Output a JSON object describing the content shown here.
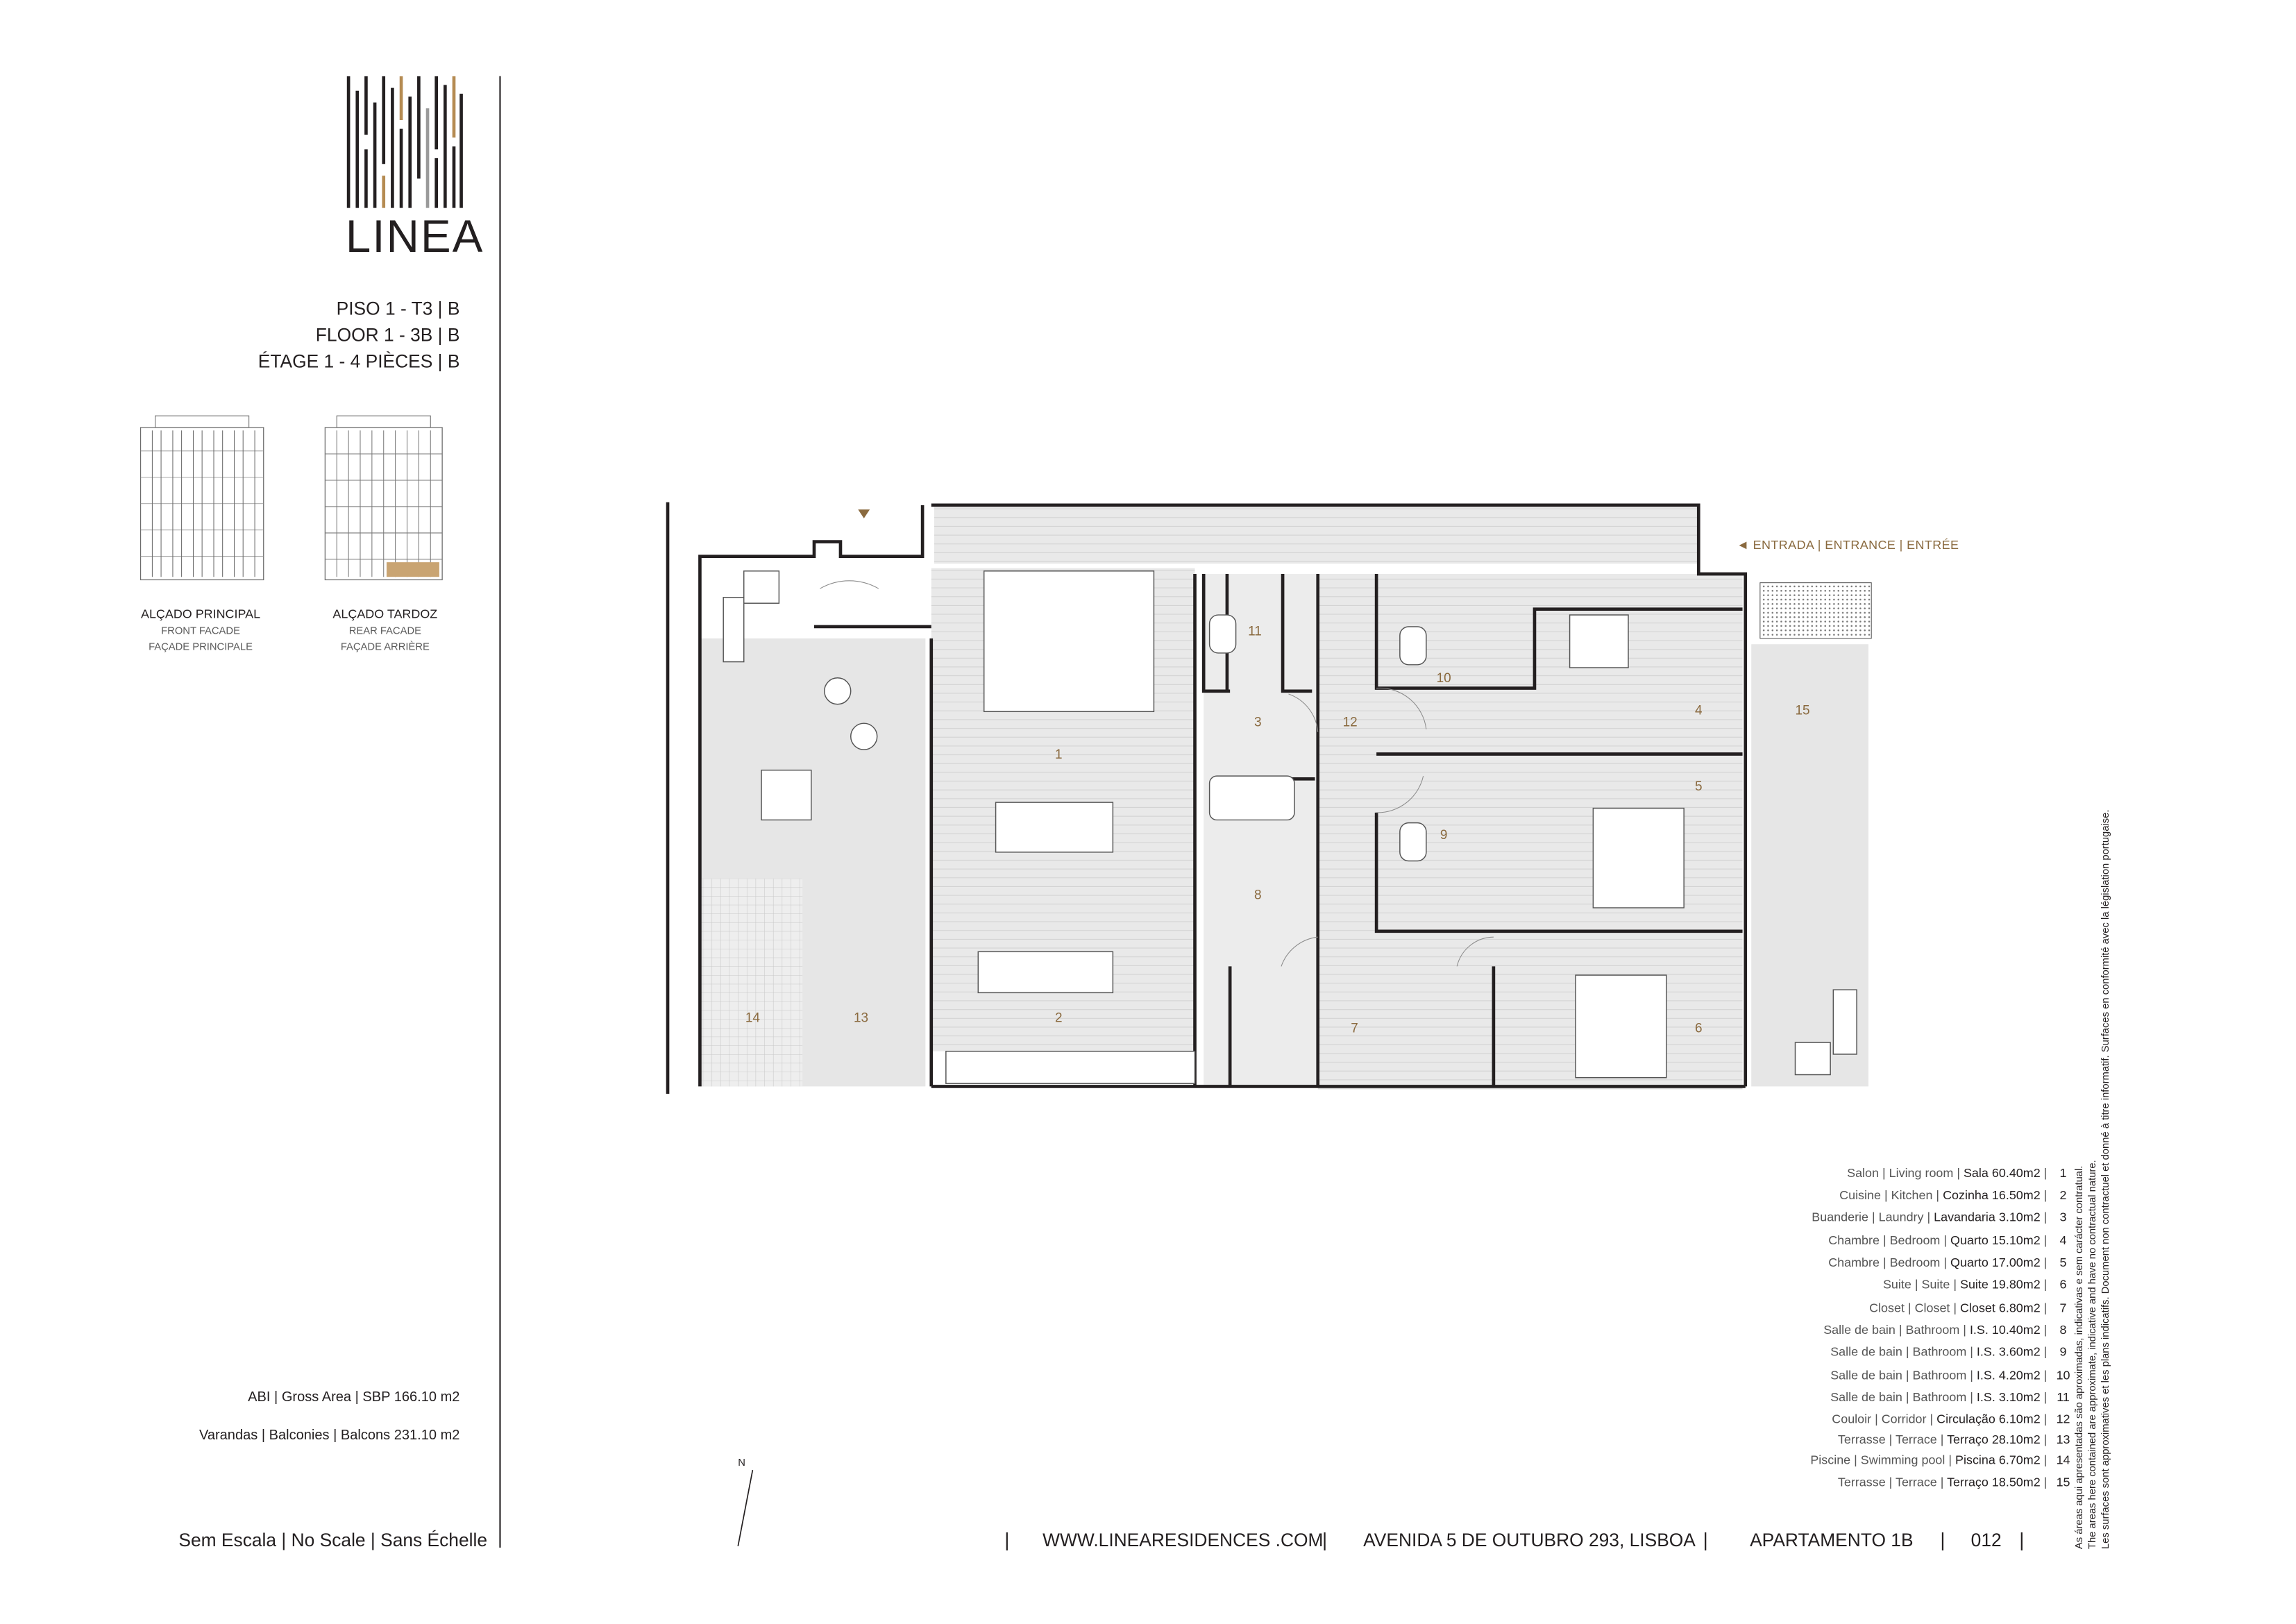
{
  "brand": {
    "name": "LINEA"
  },
  "plan_title": {
    "line1": "PISO 1  - T3 | B",
    "line2": "FLOOR 1  - 3B | B",
    "line3": "ÉTAGE 1  - 4 PIÈCES | B"
  },
  "elevations": [
    {
      "caption": "ALÇADO PRINCIPAL",
      "sub1": "FRONT FACADE",
      "sub2": "FAÇADE PRINCIPALE"
    },
    {
      "caption": "ALÇADO TARDOZ",
      "sub1": "REAR FACADE",
      "sub2": "FAÇADE ARRIÈRE"
    }
  ],
  "areas": {
    "gross": "ABI | Gross Area | SBP   166.10 m2",
    "balconies": "Varandas | Balconies | Balcons   231.10 m2"
  },
  "scale_note": "Sem Escala | No Scale | Sans Échelle",
  "entrance_label": "◄  ENTRADA | ENTRANCE | ENTRÉE",
  "north_label": "N",
  "room_labels": [
    "1",
    "2",
    "3",
    "4",
    "5",
    "6",
    "7",
    "8",
    "9",
    "10",
    "11",
    "12",
    "13",
    "14",
    "15"
  ],
  "legend": [
    {
      "fr": "Salon",
      "en": "Living room",
      "pt": "Sala",
      "area": "60.40m2",
      "num": "1"
    },
    {
      "fr": "Cuisine",
      "en": "Kitchen",
      "pt": "Cozinha",
      "area": "16.50m2",
      "num": "2"
    },
    {
      "fr": "Buanderie",
      "en": "Laundry",
      "pt": "Lavandaria",
      "area": "3.10m2",
      "num": "3"
    },
    {
      "fr": "Chambre",
      "en": "Bedroom",
      "pt": "Quarto",
      "area": "15.10m2",
      "num": "4"
    },
    {
      "fr": "Chambre",
      "en": "Bedroom",
      "pt": "Quarto",
      "area": "17.00m2",
      "num": "5"
    },
    {
      "fr": "Suite",
      "en": "Suite",
      "pt": "Suite",
      "area": "19.80m2",
      "num": "6"
    },
    {
      "fr": "Closet",
      "en": "Closet",
      "pt": "Closet",
      "area": "6.80m2",
      "num": "7"
    },
    {
      "fr": "Salle de bain",
      "en": "Bathroom",
      "pt": "I.S.",
      "area": "10.40m2",
      "num": "8"
    },
    {
      "fr": "Salle de bain",
      "en": "Bathroom",
      "pt": "I.S.",
      "area": "3.60m2",
      "num": "9"
    },
    {
      "fr": "Salle de bain",
      "en": "Bathroom",
      "pt": "I.S.",
      "area": "4.20m2",
      "num": "10"
    },
    {
      "fr": "Salle de bain",
      "en": "Bathroom",
      "pt": "I.S.",
      "area": "3.10m2",
      "num": "11"
    },
    {
      "fr": "Couloir",
      "en": "Corridor",
      "pt": "Circulação",
      "area": "6.10m2",
      "num": "12"
    },
    {
      "fr": "Terrasse",
      "en": "Terrace",
      "pt": "Terraço",
      "area": "28.10m2",
      "num": "13"
    },
    {
      "fr": "Piscine",
      "en": "Swimming pool",
      "pt": "Piscina",
      "area": "6.70m2",
      "num": "14"
    },
    {
      "fr": "Terrasse",
      "en": "Terrace",
      "pt": "Terraço",
      "area": "18.50m2",
      "num": "15"
    }
  ],
  "disclaimer": [
    "As áreas aqui apresentadas são aproximadas, indicativas e sem carácter contratual.",
    "The areas here contained are approximate, indicative and have no contractual nature.",
    "Les surfaces sont approximatives et les plans indicatifs. Document non contractuel et donné à titre informatif. Surfaces en conformité avec la législation portugaise."
  ],
  "footer": {
    "website": "WWW.LINEARESIDENCES .COM",
    "address": "AVENIDA 5 DE OUTUBRO 293, LISBOA",
    "apartment": "APARTAMENTO  1B",
    "page": "012"
  },
  "colors": {
    "accent": "#8a6a3f",
    "ink": "#231f20",
    "floor_fill": "#e8e8e8"
  }
}
